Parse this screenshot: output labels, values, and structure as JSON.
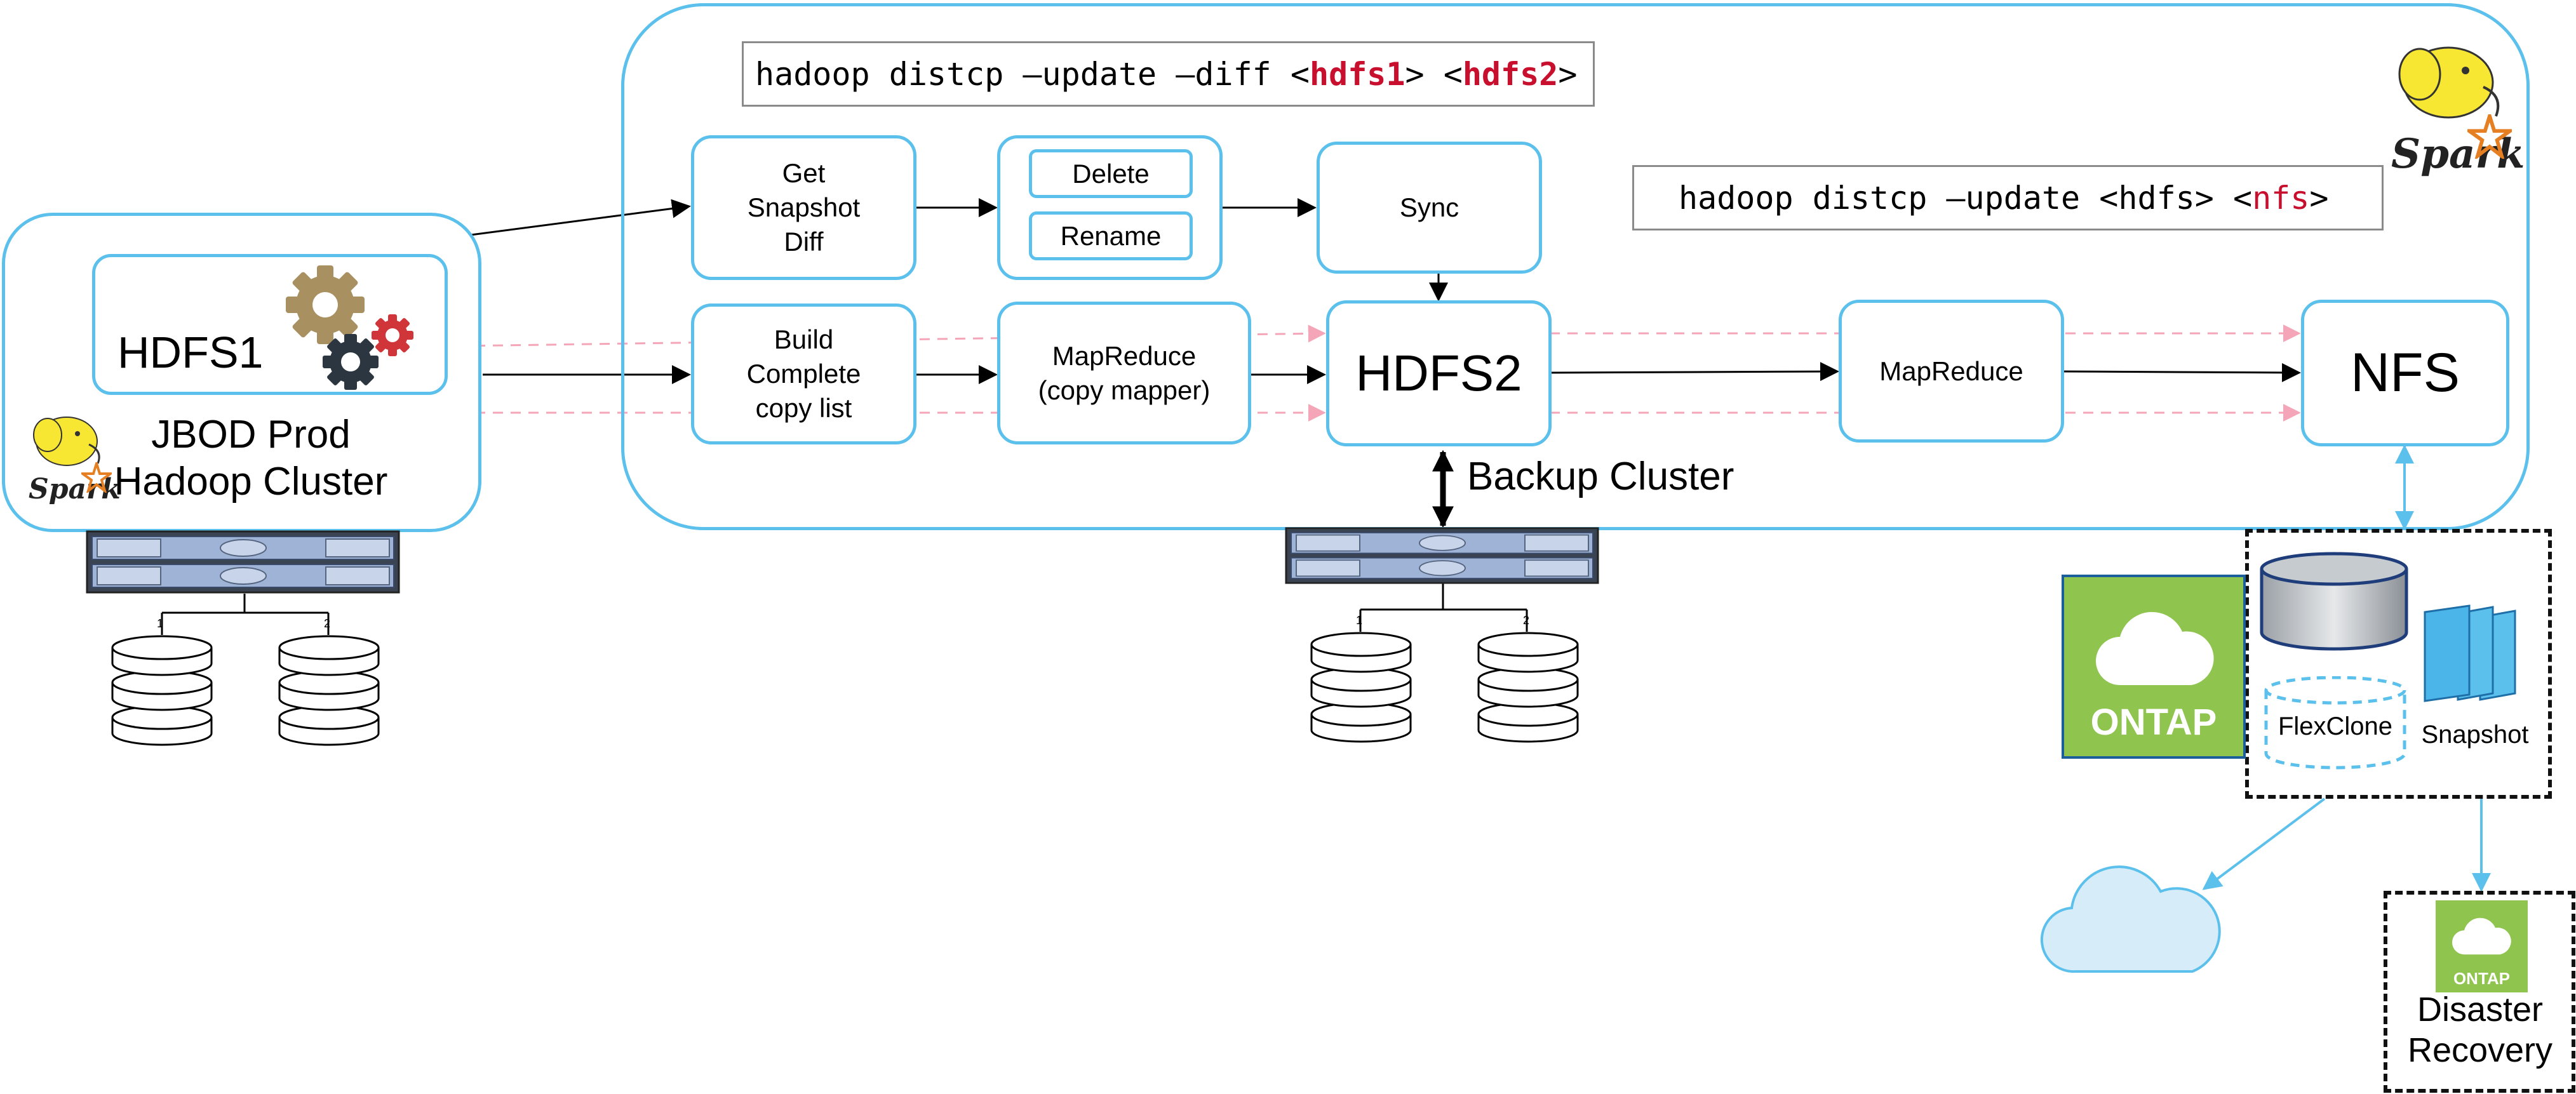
{
  "commands": {
    "diff": {
      "prefix": "hadoop distcp –update –diff <",
      "arg1": "hdfs1",
      "mid": "> <",
      "arg2": "hdfs2",
      "suffix": ">"
    },
    "nfs": {
      "prefix": "hadoop distcp –update <hdfs> <",
      "arg": "nfs",
      "suffix": ">"
    }
  },
  "prod_cluster": {
    "hdfs_label": "HDFS1",
    "cluster_label": "JBOD Prod\nHadoop Cluster",
    "disk_labels": [
      "1",
      "2"
    ]
  },
  "backup_cluster": {
    "label": "Backup Cluster",
    "disk_labels": [
      "1",
      "2"
    ]
  },
  "steps": {
    "snapshot_diff": "Get\nSnapshot\nDiff",
    "delete": "Delete",
    "rename": "Rename",
    "sync": "Sync",
    "build_list": "Build\nComplete\ncopy list",
    "mapreduce_copy": "MapReduce\n(copy mapper)",
    "hdfs2": "HDFS2",
    "mapreduce": "MapReduce",
    "nfs": "NFS"
  },
  "storage": {
    "ontap": "ONTAP",
    "flexclone": "FlexClone",
    "snapshot": "Snapshot",
    "ontap_small": "ONTAP",
    "disaster_recovery": "Disaster\nRecovery"
  },
  "logos": {
    "spark_text": "Spark",
    "icons": [
      "hadoop-elephant-icon",
      "spark-star-icon",
      "gears-icon",
      "server-rack-icon",
      "disk-stack-icon",
      "cloud-icon",
      "volume-icon",
      "snapshot-icon"
    ]
  },
  "colors": {
    "box_border": "#5bc0eb",
    "highlight": "#c8102e",
    "dashed_arrow": "#f4a6b8",
    "ontap_green": "#8fc44f",
    "cloud_fill": "#d7ecf9"
  }
}
